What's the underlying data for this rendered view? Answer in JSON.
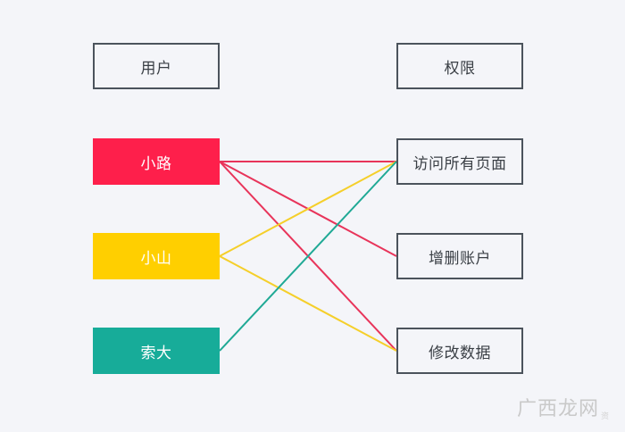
{
  "headers": {
    "users": "用户",
    "permissions": "权限"
  },
  "users": [
    {
      "id": "xiaolu",
      "label": "小路",
      "color": "#fe1f4b"
    },
    {
      "id": "xiaoshan",
      "label": "小山",
      "color": "#ffcf00"
    },
    {
      "id": "suoda",
      "label": "索大",
      "color": "#17ac99"
    }
  ],
  "permissions": [
    {
      "id": "view-all",
      "label": "访问所有页面"
    },
    {
      "id": "manage-accounts",
      "label": "增删账户"
    },
    {
      "id": "modify-data",
      "label": "修改数据"
    }
  ],
  "links": [
    {
      "user": 0,
      "permission": 0
    },
    {
      "user": 0,
      "permission": 1
    },
    {
      "user": 0,
      "permission": 2
    },
    {
      "user": 1,
      "permission": 0
    },
    {
      "user": 1,
      "permission": 2
    },
    {
      "user": 2,
      "permission": 0
    }
  ],
  "line_colors": [
    "#e8345a",
    "#f5cf2a",
    "#1fa995"
  ],
  "watermark": {
    "text": "广西龙网",
    "sub": "资"
  }
}
